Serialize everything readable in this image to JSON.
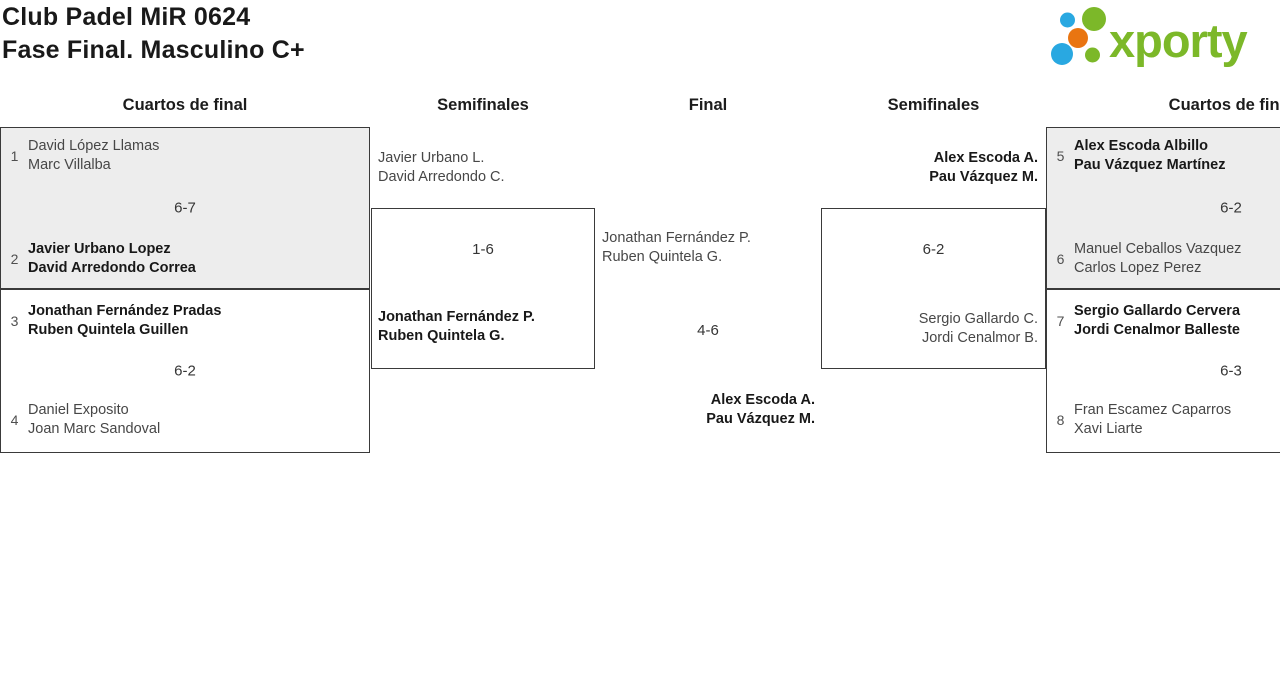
{
  "title": {
    "line1": "Club Padel MiR 0624",
    "line2": "Fase Final. Masculino C+"
  },
  "logo": {
    "brand": "xporty",
    "colors": {
      "green": "#7cb829",
      "blue": "#29a8e1",
      "orange": "#e97511"
    }
  },
  "bracket": {
    "round_headers": [
      "Cuartos de final",
      "Semifinales",
      "Final",
      "Semifinales",
      "Cuartos de final"
    ],
    "matches": {
      "qf1": {
        "score": "6-7",
        "team_top": {
          "seed": "1",
          "p1": "David López Llamas",
          "p2": "Marc Villalba",
          "winner": false
        },
        "team_bottom": {
          "seed": "2",
          "p1": "Javier Urbano Lopez",
          "p2": "David Arredondo Correa",
          "winner": true
        }
      },
      "qf2": {
        "score": "6-2",
        "team_top": {
          "seed": "3",
          "p1": "Jonathan Fernández Pradas",
          "p2": "Ruben Quintela Guillen",
          "winner": true
        },
        "team_bottom": {
          "seed": "4",
          "p1": "Daniel Exposito",
          "p2": "Joan Marc Sandoval",
          "winner": false
        }
      },
      "sf1": {
        "score": "1-6",
        "team_top": {
          "p1": "Javier Urbano L.",
          "p2": "David Arredondo C.",
          "winner": false
        },
        "team_bottom": {
          "p1": "Jonathan Fernández P.",
          "p2": "Ruben Quintela G.",
          "winner": true
        }
      },
      "final": {
        "score": "4-6",
        "team_top": {
          "p1": "Jonathan Fernández P.",
          "p2": "Ruben Quintela G.",
          "winner": false
        },
        "team_bottom": {
          "p1": "Alex Escoda A.",
          "p2": "Pau Vázquez M.",
          "winner": true
        }
      },
      "sf2": {
        "score": "6-2",
        "team_top": {
          "p1": "Alex Escoda A.",
          "p2": "Pau Vázquez M.",
          "winner": true
        },
        "team_bottom": {
          "p1": "Sergio Gallardo C.",
          "p2": "Jordi Cenalmor B.",
          "winner": false
        }
      },
      "qf3": {
        "score": "6-2",
        "team_top": {
          "seed": "5",
          "p1": "Alex Escoda Albillo",
          "p2": "Pau Vázquez Martínez",
          "winner": true
        },
        "team_bottom": {
          "seed": "6",
          "p1": "Manuel Ceballos Vazquez",
          "p2": "Carlos Lopez Perez",
          "winner": false
        }
      },
      "qf4": {
        "score": "6-3",
        "team_top": {
          "seed": "7",
          "p1": "Sergio Gallardo Cervera",
          "p2": "Jordi Cenalmor Balleste",
          "winner": true
        },
        "team_bottom": {
          "seed": "8",
          "p1": "Fran Escamez Caparros",
          "p2": "Xavi Liarte",
          "winner": false
        }
      }
    }
  }
}
